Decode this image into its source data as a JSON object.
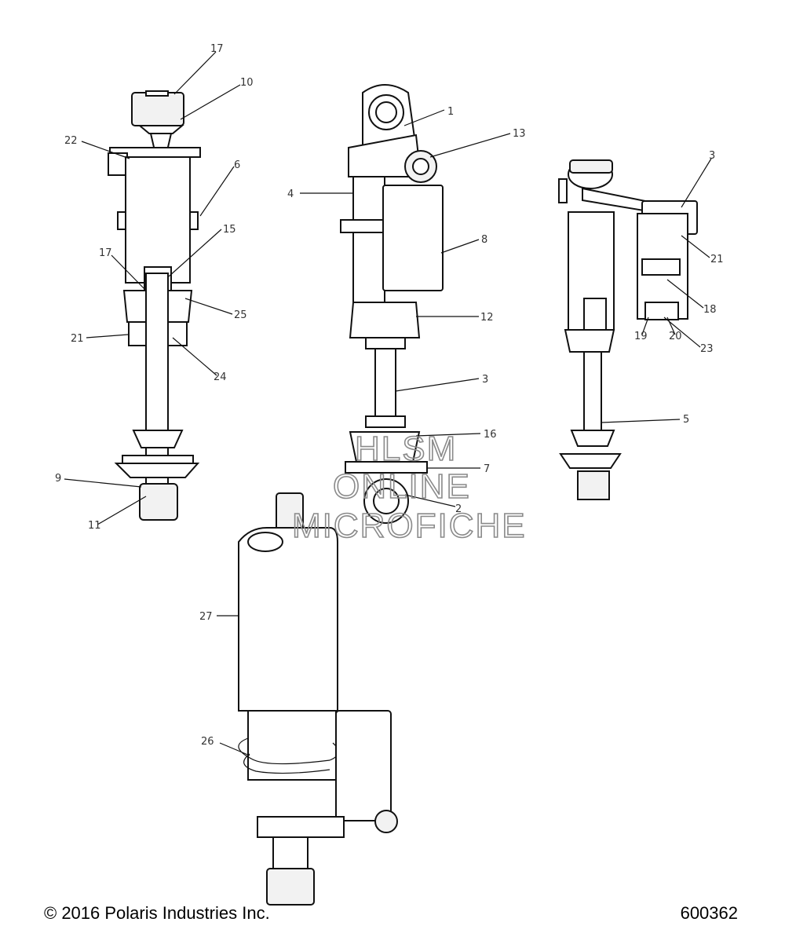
{
  "footer": {
    "copyright": "© 2016 Polaris Industries Inc.",
    "diagram_number": "600362"
  },
  "watermark": {
    "line1": "HLSM",
    "line2": "ONLINE",
    "line3": "MICROFICHE"
  },
  "callouts": {
    "left_shock": [
      "17",
      "10",
      "22",
      "6",
      "15",
      "17",
      "25",
      "21",
      "24",
      "9",
      "11"
    ],
    "center_shock": [
      "1",
      "13",
      "4",
      "8",
      "12",
      "3",
      "16",
      "7",
      "2"
    ],
    "right_shock": [
      "3",
      "21",
      "18",
      "23",
      "19",
      "20",
      "5"
    ],
    "bottom_shock": [
      "27",
      "26"
    ]
  }
}
